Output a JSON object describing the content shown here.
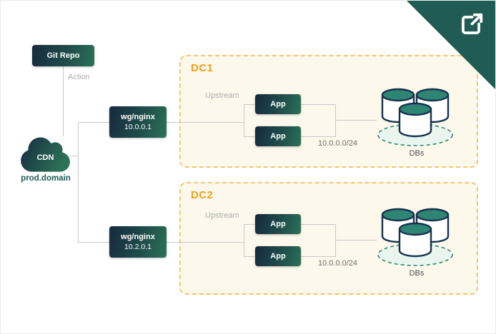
{
  "source": {
    "git_repo_label": "Git Repo",
    "action_label": "Action"
  },
  "cdn": {
    "label": "CDN",
    "domain": "prod.domain"
  },
  "dc1": {
    "title": "DC1",
    "gateway_name": "wg/nginx",
    "gateway_ip": "10.0.0.1",
    "upstream_label": "Upstream",
    "app1_label": "App",
    "app2_label": "App",
    "subnet_label": "10.0.0.0/24",
    "dbs_label": "DBs"
  },
  "dc2": {
    "title": "DC2",
    "gateway_name": "wg/nginx",
    "gateway_ip": "10.2.0.1",
    "upstream_label": "Upstream",
    "app1_label": "App",
    "app2_label": "App",
    "subnet_label": "10.0.0.0/24",
    "dbs_label": "DBs"
  },
  "corner": {
    "icon": "external-link-icon"
  },
  "colors": {
    "accent_orange": "#f0a31c",
    "panel_bg": "#fdf8ec",
    "panel_border": "#f3c76e",
    "corner_teal": "#215c54",
    "node_gradient_start": "#16293f",
    "node_gradient_end": "#2b7257",
    "line_gray": "#c9c9c9",
    "db_top_teal": "#2f8573",
    "domain_text": "#1d5a52"
  }
}
